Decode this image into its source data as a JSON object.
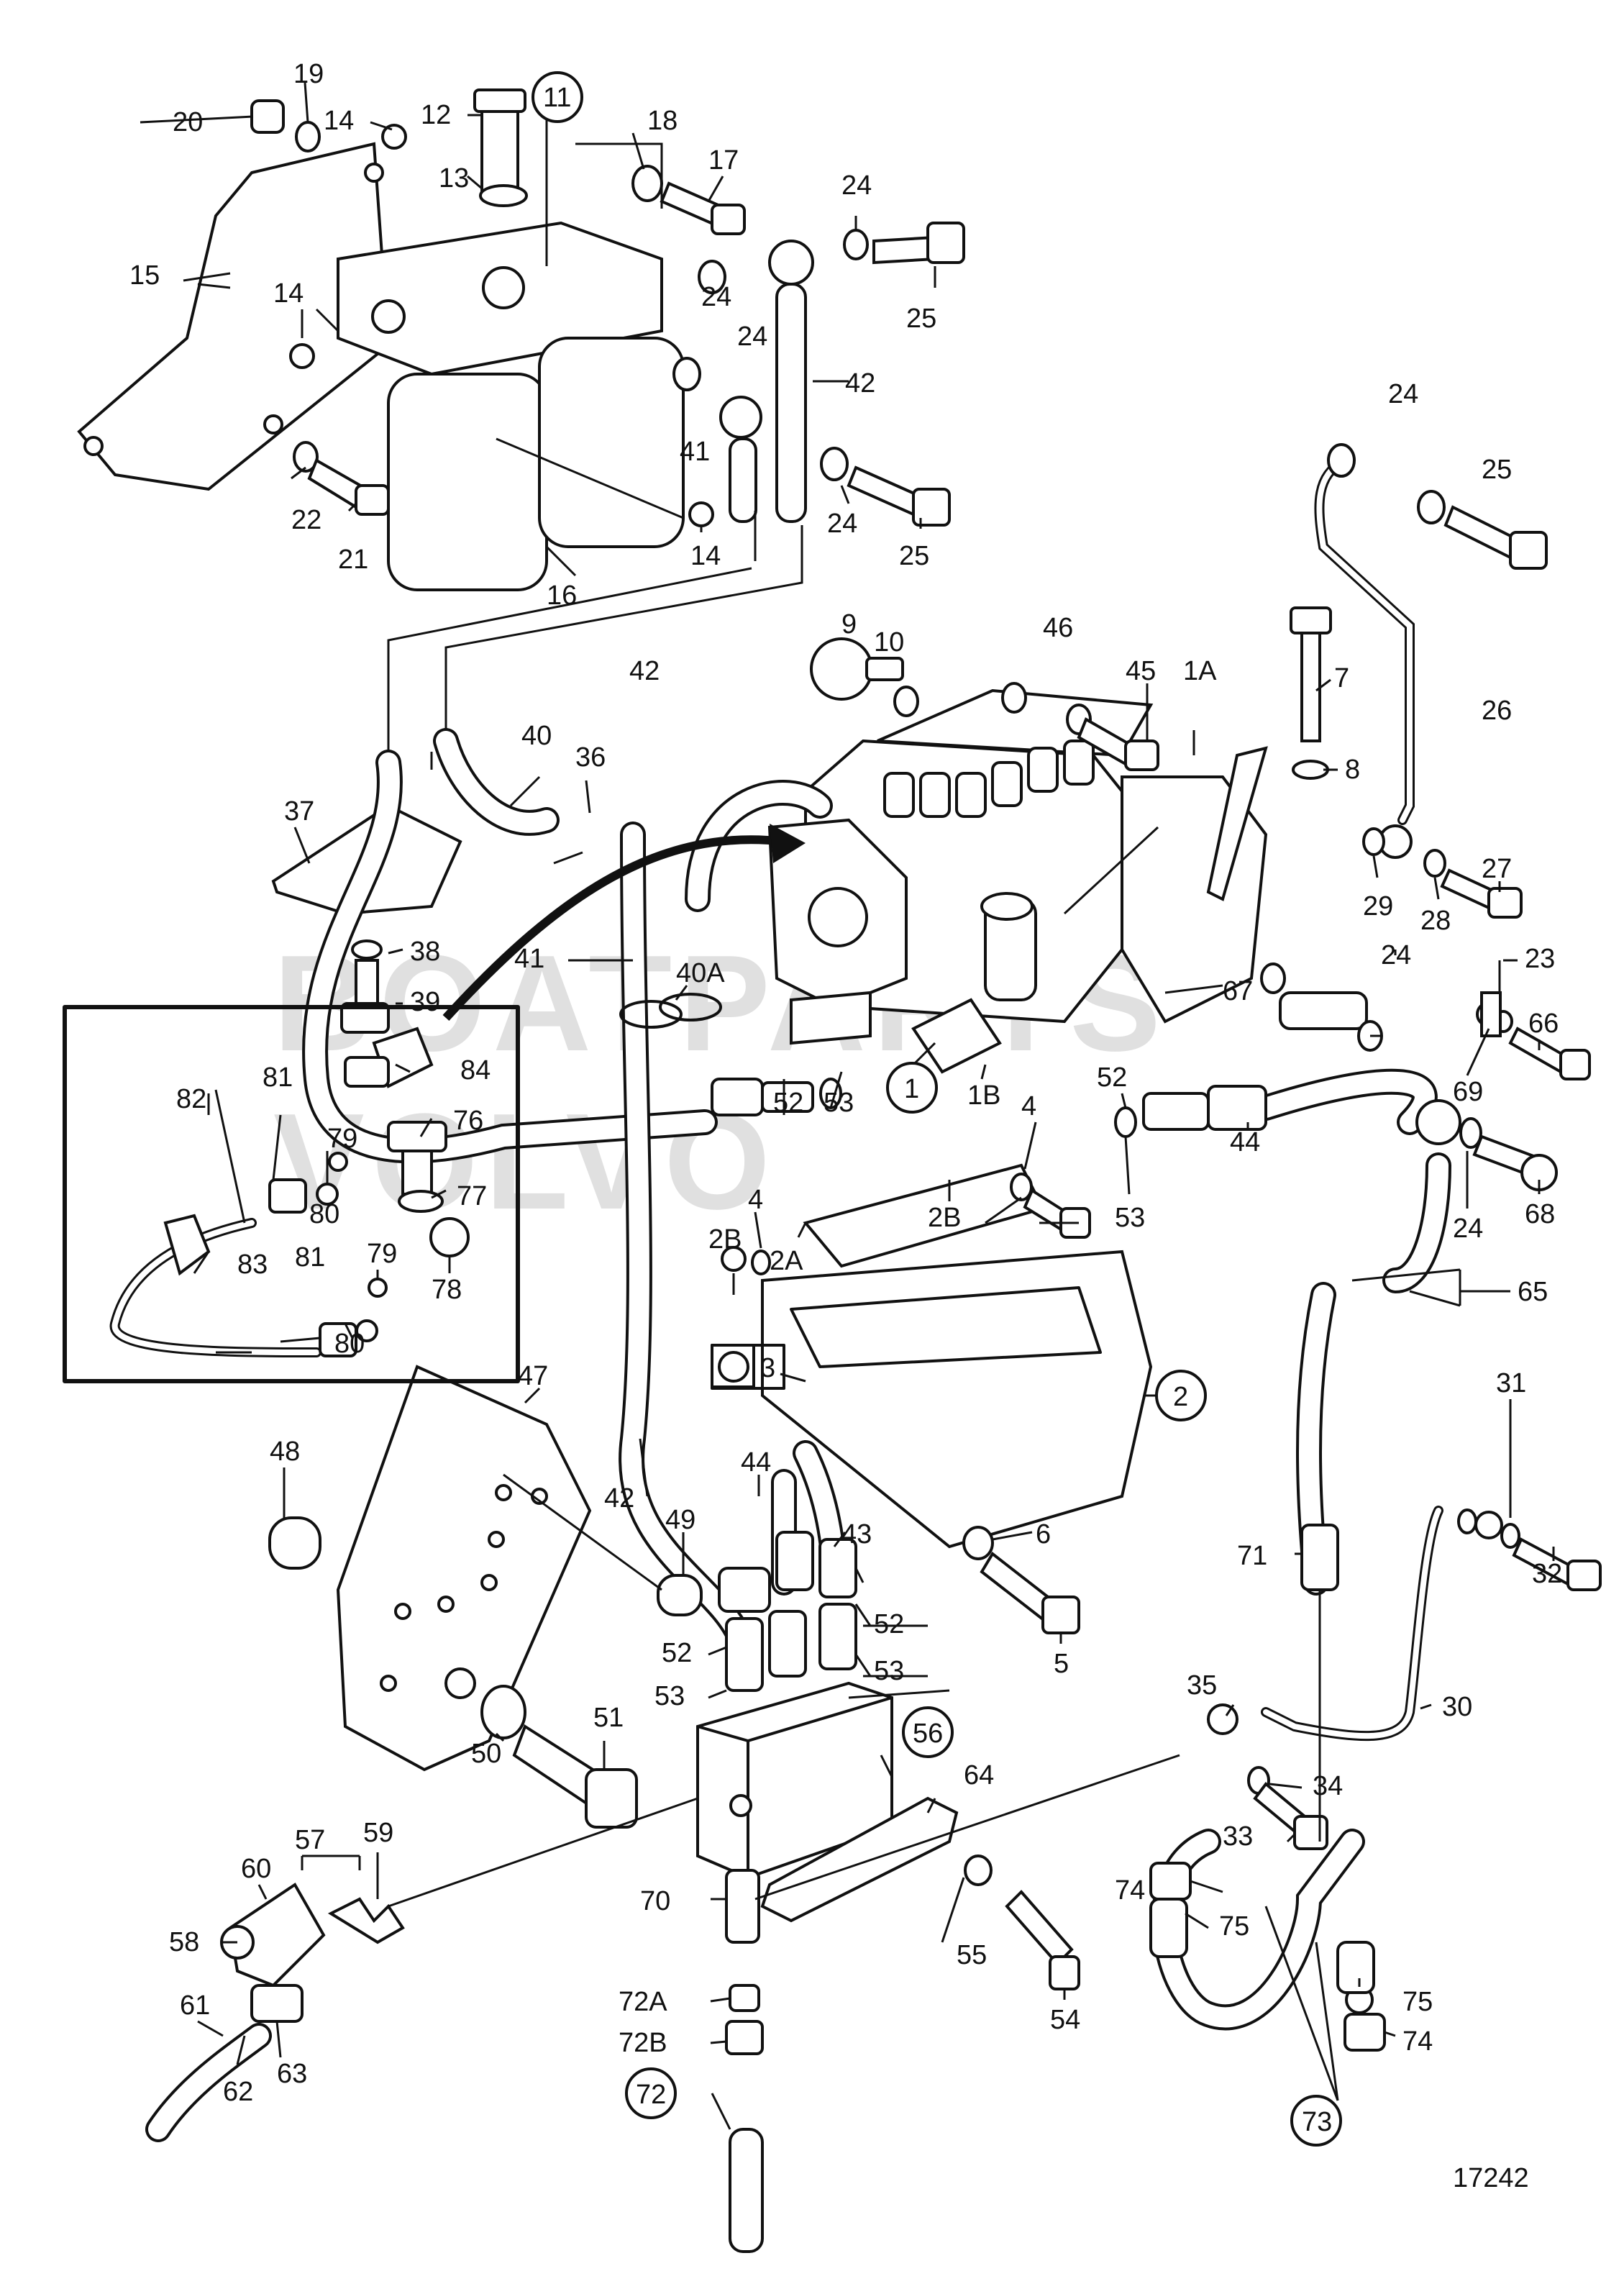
{
  "diagram": {
    "figure_number": "17242",
    "callouts": {
      "c1": "1",
      "c1A": "1A",
      "c1B": "1B",
      "c2": "2",
      "c2A": "2A",
      "c2B_left": "2B",
      "c2B_right": "2B",
      "c3": "3",
      "c4_left": "4",
      "c4_right": "4",
      "c5": "5",
      "c6": "6",
      "c7": "7",
      "c8": "8",
      "c9": "9",
      "c10": "10",
      "c11": "11",
      "c12": "12",
      "c13": "13",
      "c14_top": "14",
      "c14_left": "14",
      "c14_bottom": "14",
      "c15": "15",
      "c16": "16",
      "c17": "17",
      "c18": "18",
      "c19": "19",
      "c20": "20",
      "c21": "21",
      "c22": "22",
      "c23": "23",
      "c24_a": "24",
      "c24_b": "24",
      "c24_c": "24",
      "c24_d": "24",
      "c24_e": "24",
      "c24_f": "24",
      "c25_a": "25",
      "c25_b": "25",
      "c25_c": "25",
      "c26": "26",
      "c27": "27",
      "c28": "28",
      "c29": "29",
      "c30": "30",
      "c31": "31",
      "c32": "32",
      "c33": "33",
      "c34": "34",
      "c35": "35",
      "c36": "36",
      "c37": "37",
      "c38": "38",
      "c39": "39",
      "c40": "40",
      "c40A": "40A",
      "c41_a": "41",
      "c41_b": "41",
      "c42_a": "42",
      "c42_b": "42",
      "c42_c": "42",
      "c43": "43",
      "c44_a": "44",
      "c44_b": "44",
      "c45": "45",
      "c46": "46",
      "c47": "47",
      "c48": "48",
      "c49": "49",
      "c50": "50",
      "c51": "51",
      "c52_a": "52",
      "c52_b": "52",
      "c52_c": "52",
      "c52_d": "52",
      "c53_a": "53",
      "c53_b": "53",
      "c53_c": "53",
      "c53_d": "53",
      "c54": "54",
      "c55": "55",
      "c56": "56",
      "c57": "57",
      "c58": "58",
      "c59": "59",
      "c60": "60",
      "c61": "61",
      "c62": "62",
      "c63": "63",
      "c64": "64",
      "c65": "65",
      "c66": "66",
      "c67": "67",
      "c68": "68",
      "c69": "69",
      "c70": "70",
      "c71": "71",
      "c72": "72",
      "c72A": "72A",
      "c72B": "72B",
      "c73": "73",
      "c74_a": "74",
      "c74_b": "74",
      "c75_a": "75",
      "c75_b": "75",
      "c76": "76",
      "c77": "77",
      "c78": "78",
      "c79_a": "79",
      "c79_b": "79",
      "c80_a": "80",
      "c80_b": "80",
      "c81_a": "81",
      "c81_b": "81",
      "c82": "82",
      "c83": "83",
      "c84": "84"
    }
  }
}
